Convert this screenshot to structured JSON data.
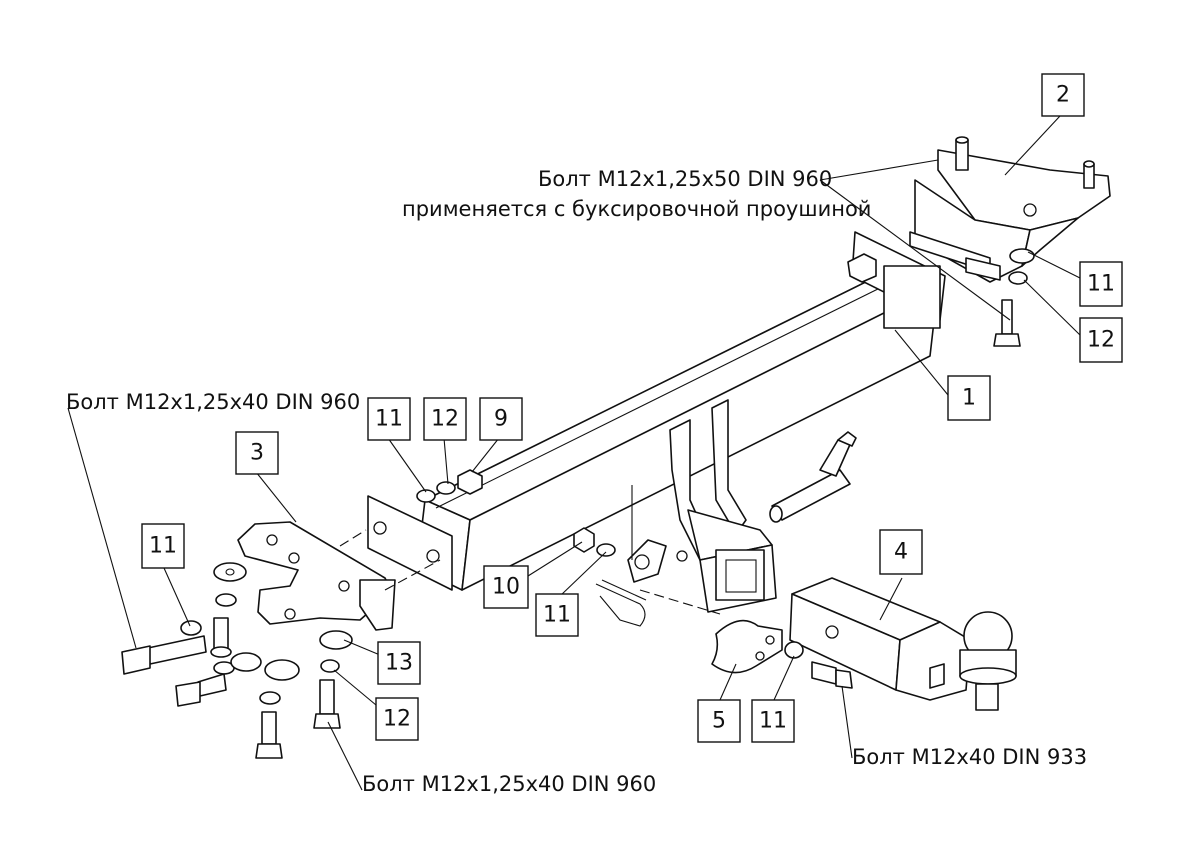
{
  "notes": {
    "bolt_top": "Болт M12x1,25x50 DIN 960",
    "bolt_top_sub": "применяется с буксировочной проушиной",
    "bolt_left": "Болт M12x1,25x40 DIN 960",
    "bolt_bottom": "Болт M12x1,25x40 DIN 960",
    "bolt_right": "Болт M12x40 DIN 933"
  },
  "callouts": {
    "c2": "2",
    "c1": "1",
    "c11_right": "11",
    "c12_right": "12",
    "c11_top": "11",
    "c12_top": "12",
    "c9": "9",
    "c3": "3",
    "c11_left": "11",
    "c10": "10",
    "c11_mid": "11",
    "c4": "4",
    "c13": "13",
    "c12_bottom": "12",
    "c5": "5",
    "c11_bottom": "11"
  }
}
